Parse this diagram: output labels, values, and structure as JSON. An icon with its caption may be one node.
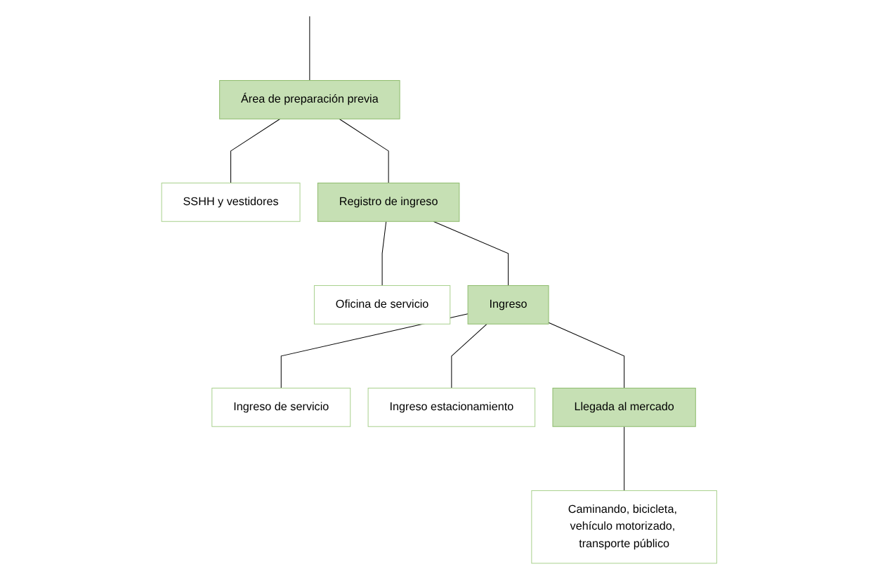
{
  "diagram": {
    "nodes": [
      {
        "text": [
          "Área de preparación previa"
        ]
      },
      {
        "text": [
          "SSHH y vestidores"
        ]
      },
      {
        "text": [
          "Registro de ingreso"
        ]
      },
      {
        "text": [
          "Oficina de servicio"
        ]
      },
      {
        "text": [
          "Ingreso"
        ]
      },
      {
        "text": [
          "Ingreso de servicio"
        ]
      },
      {
        "text": [
          "Ingreso estacionamiento"
        ]
      },
      {
        "text": [
          "Llegada al mercado"
        ]
      },
      {
        "text": [
          "Caminando, bicicleta, vehículo motorizado, transporte público"
        ]
      }
    ],
    "edges": [
      {
        "from": null,
        "to": 0,
        "arrow": "none"
      },
      {
        "from": 0,
        "to": 1,
        "arrow": "none"
      },
      {
        "from": 0,
        "to": 2,
        "arrow": "none"
      },
      {
        "from": 2,
        "to": 3,
        "arrow": "none"
      },
      {
        "from": 2,
        "to": 4,
        "arrow": "none"
      },
      {
        "from": 4,
        "to": 5,
        "arrow": "none"
      },
      {
        "from": 4,
        "to": 6,
        "arrow": "none"
      },
      {
        "from": 4,
        "to": 7,
        "arrow": "none"
      },
      {
        "from": 7,
        "to": 8,
        "arrow": "none"
      }
    ]
  }
}
